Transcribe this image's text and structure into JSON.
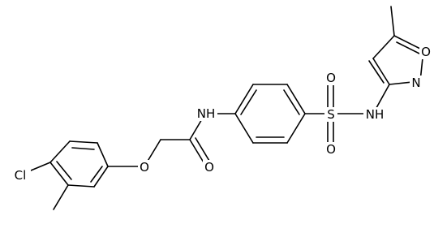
{
  "molecule": {
    "atoms": {
      "cl": "Cl",
      "o_ether": "O",
      "o_carbonyl": "O",
      "nh_amide": "NH",
      "s": "S",
      "o_sulfonyl_top": "O",
      "o_sulfonyl_bottom": "O",
      "nh_sulfonamide": "NH",
      "n_ring": "N",
      "o_ring": "O"
    }
  }
}
